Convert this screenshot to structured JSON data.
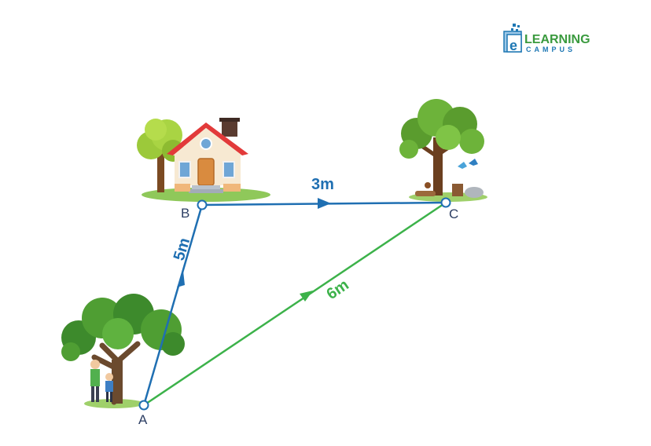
{
  "logo": {
    "letter": "e",
    "line1": "LEARNING",
    "line2": "CAMPUS"
  },
  "points": {
    "a": "A",
    "b": "B",
    "c": "C"
  },
  "segments": {
    "ab": "5m",
    "bc": "3m",
    "ac": "6m"
  },
  "colors": {
    "path_blue": "#1f6fb2",
    "path_green": "#3cb24a",
    "label_dark": "#2c3e63"
  },
  "icons": [
    "house-icon",
    "tree-with-animals-icon",
    "tree-with-people-icon",
    "logo-icon"
  ]
}
